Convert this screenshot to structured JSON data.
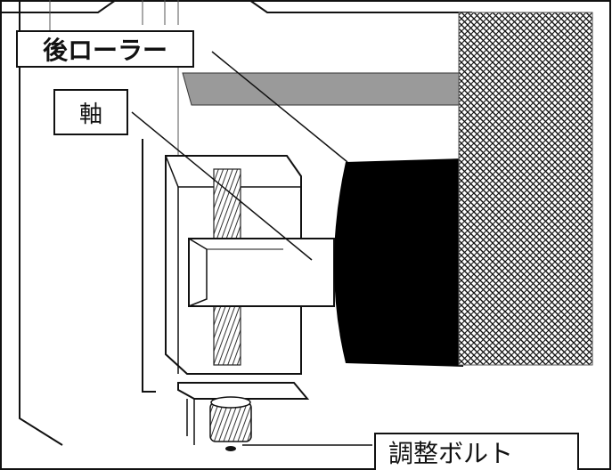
{
  "labels": {
    "rear_roller": "後ローラー",
    "shaft": "軸",
    "adjusting_bolt": "調整ボルト"
  },
  "colors": {
    "line": "#111111",
    "roller": "#000000",
    "bar": "#9a9a9a",
    "background": "#ffffff"
  },
  "icons": {
    "brush": "crosshatch-pattern",
    "bolt_thread": "diagonal-hatch"
  }
}
